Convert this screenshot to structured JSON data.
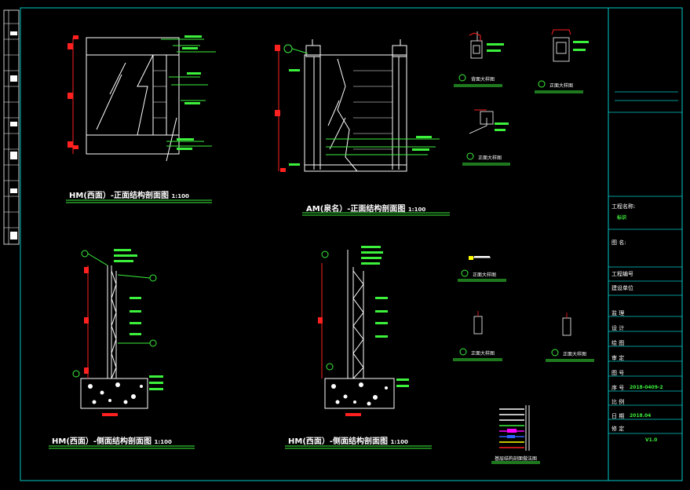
{
  "titles": {
    "hm_front": "HM(西面）-正面结构剖面图",
    "am_front": "AM(泉名）-正面结构剖面图",
    "hm_side_left": "HM(西面）-侧面结构剖面图",
    "hm_side_right": "HM(西面）-侧面结构剖面图",
    "scale": "1:100"
  },
  "details": {
    "d1": "背面大样图",
    "d2": "正面大样图",
    "d3": "正面大样图",
    "d4": "正面大样图",
    "d5": "正面大样图",
    "d6": "正面大样图",
    "d7": "基层结构剖面做法图"
  },
  "title_block": {
    "project_name_label": "工程名称:",
    "project_name_value": "标识",
    "drawing_name_label": "图    名:",
    "project_no_label": "工程编号",
    "client_label": "建设单位",
    "supervisor_label": "监  理",
    "design_label": "设  计",
    "drawing_label": "绘  图",
    "review_label": "审  定",
    "sheet_no_label": "图  号",
    "serial_label": "序  号",
    "serial_value": "2018-0409-2",
    "scale_label": "比  例",
    "date_label": "日  期",
    "date_value": "2018.04",
    "revision_label": "修  定",
    "revision_value": "V1.0"
  },
  "colors": {
    "background": "#000000",
    "frame": "#00c8c8",
    "green": "#3cf03c",
    "red": "#ff2020",
    "white": "#ffffff",
    "magenta": "#ff00ff",
    "blue": "#3060ff",
    "yellow": "#ffff00"
  }
}
